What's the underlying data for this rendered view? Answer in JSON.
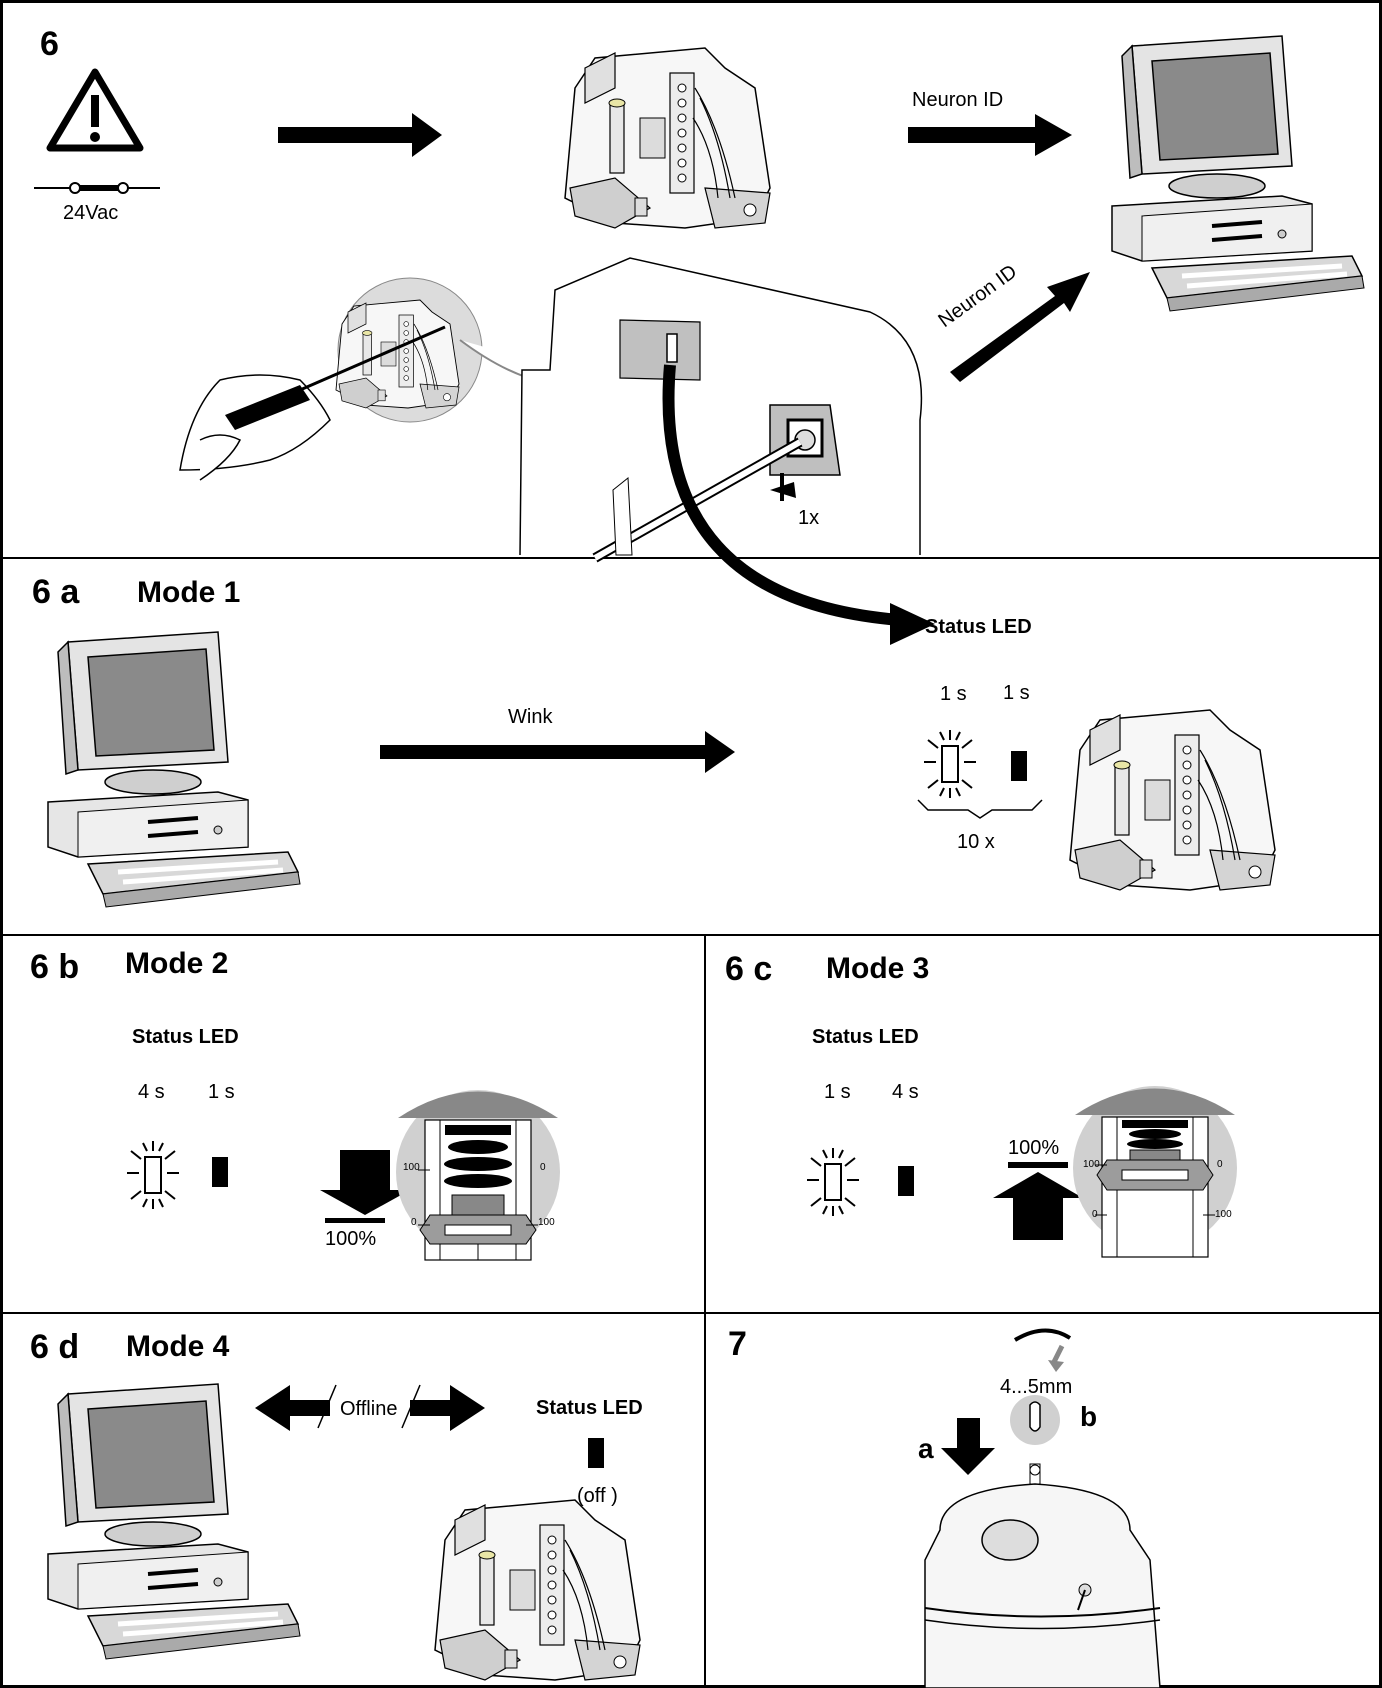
{
  "sections": {
    "s6": {
      "number": "6"
    },
    "s6a": {
      "number": "6 a",
      "mode": "Mode 1"
    },
    "s6b": {
      "number": "6 b",
      "mode": "Mode 2"
    },
    "s6c": {
      "number": "6 c",
      "mode": "Mode 3"
    },
    "s6d": {
      "number": "6 d",
      "mode": "Mode 4"
    },
    "s7": {
      "number": "7"
    }
  },
  "labels": {
    "voltage": "24Vac",
    "neuron_id_top": "Neuron ID",
    "neuron_id_diag": "Neuron ID",
    "press_count": "1x",
    "status_led": "Status LED",
    "wink": "Wink",
    "m1_on": "1 s",
    "m1_off": "1 s",
    "m1_repeat": "10 x",
    "m2_on": "4 s",
    "m2_off": "1 s",
    "m2_percent": "100%",
    "m3_on": "1 s",
    "m3_off": "4 s",
    "m3_percent": "100%",
    "offline": "Offline",
    "off": "(off )",
    "stroke": "4...5mm",
    "step_a": "a",
    "step_b": "b"
  },
  "gauge": {
    "t100": "100",
    "t0": "0"
  },
  "icons": [
    "warning-icon",
    "arrow-right-icon",
    "computer-icon",
    "led-blinking-icon",
    "led-solid-icon",
    "screwdriver-icon",
    "actuator-icon",
    "valve-gauge-icon",
    "rotate-icon",
    "arrow-down-icon",
    "arrow-up-icon"
  ]
}
